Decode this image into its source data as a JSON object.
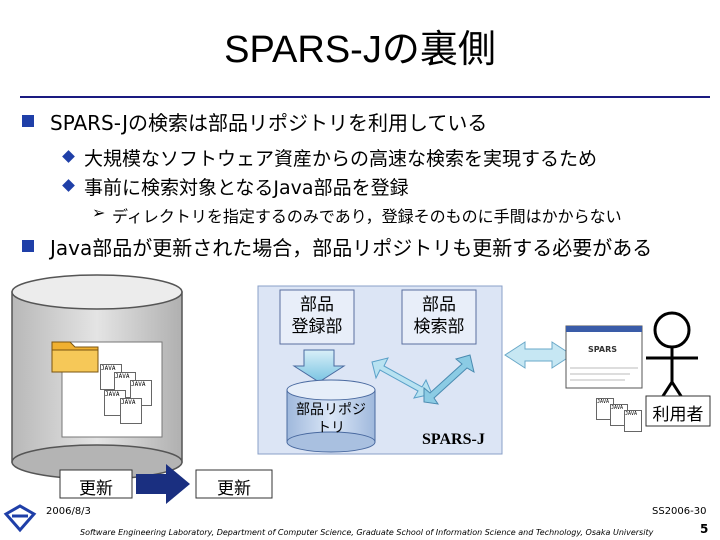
{
  "slide": {
    "title": "SPARS-Jの裏側",
    "bullets": [
      "SPARS-Jの検索は部品リポジトリを利用している",
      "Java部品が更新された場合，部品リポジトリも更新する必要がある"
    ],
    "sub_bullets": [
      "大規模なソフトウェア資産からの高速な検索を実現するため",
      "事前に検索対象となるJava部品を登録"
    ],
    "sub_sub_bullet": "ディレクトリを指定するのみであり，登録そのものに手間はかからない"
  },
  "diagram": {
    "register_box": "部品\n登録部",
    "search_box": "部品\n検索部",
    "repository_label": "部品リポジ\nトリ",
    "system_name": "SPARS-J",
    "user_label": "利用者",
    "update_left": "更新",
    "update_right": "更新",
    "file_tag": "JAVA",
    "browser_logo": "SPARS"
  },
  "footer": {
    "date": "2006/8/3",
    "id": "SS2006-30",
    "affiliation": "Software Engineering Laboratory, Department of Computer Science, Graduate School of Information Science and Technology, Osaka University",
    "page": "5"
  },
  "colors": {
    "accent": "#1f3fa8",
    "panel": "#dce5f5",
    "arrow_dark": "#1a2f80",
    "arrow_light": "#a7dcee"
  }
}
